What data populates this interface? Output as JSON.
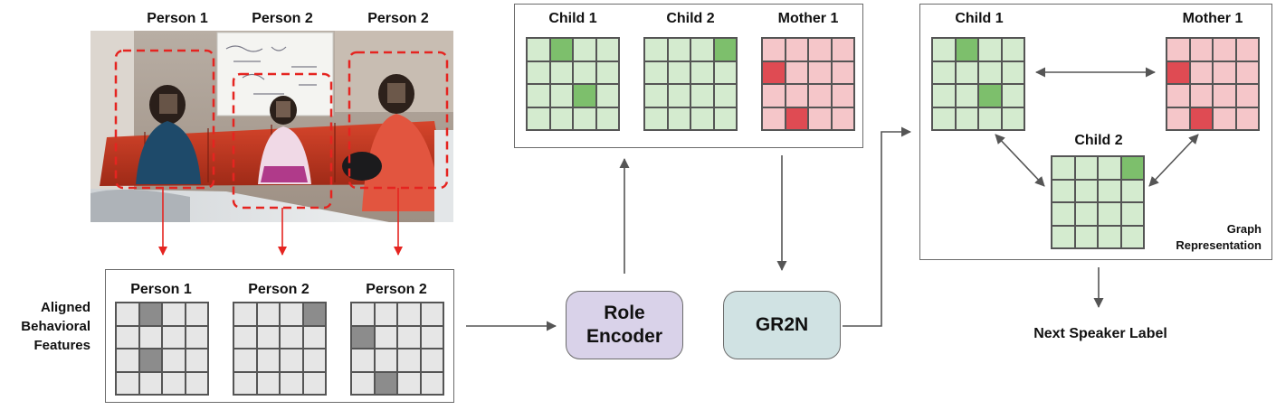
{
  "photo": {
    "labels": [
      "Person 1",
      "Person 2",
      "Person 2"
    ]
  },
  "features": {
    "side_label": [
      "Aligned",
      "Behavioral",
      "Features"
    ],
    "titles": [
      "Person 1",
      "Person 2",
      "Person 2"
    ]
  },
  "roles": {
    "titles": [
      "Child 1",
      "Child 2",
      "Mother 1"
    ]
  },
  "graph": {
    "titles": [
      "Child 1",
      "Mother 1",
      "Child 2"
    ],
    "caption": [
      "Graph",
      "Representation"
    ]
  },
  "nodes": {
    "role_encoder": [
      "Role",
      "Encoder"
    ],
    "gr2n": "GR2N"
  },
  "output": {
    "label": "Next Speaker Label"
  },
  "colors": {
    "gray_cell": "#e6e6e6",
    "gray_active": "#8c8c8c",
    "green_cell": "#d4ebcf",
    "green_active": "#7dbf6c",
    "red_cell": "#f5c6c9",
    "red_active": "#df4b53",
    "role_encoder_fill": "#d9d2e9",
    "gr2n_fill": "#d0e2e3",
    "bbox_red": "#e52420"
  }
}
